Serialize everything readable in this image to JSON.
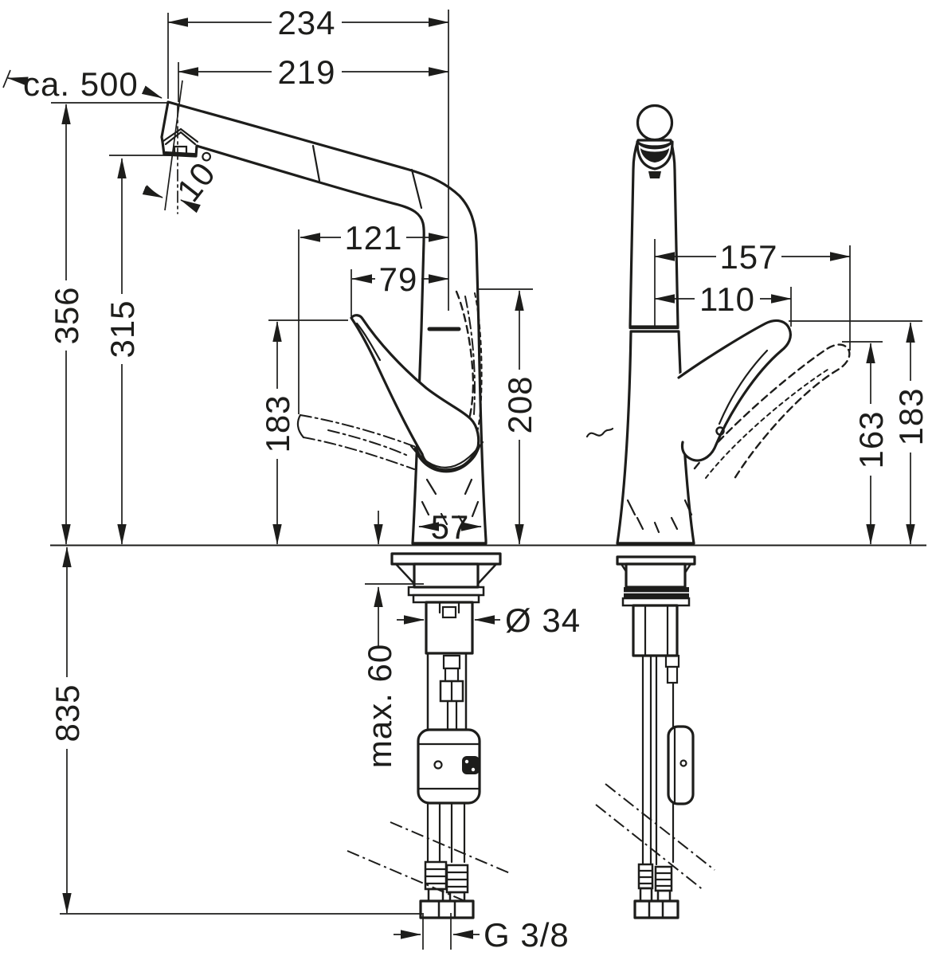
{
  "drawing": {
    "type": "faucet installation dimension drawing",
    "colors": {
      "ink": "#1d1d1b",
      "paper": "#ffffff"
    },
    "dims": {
      "overall_projection": "234",
      "spout_reach": "219",
      "hose_extension": "ca. 500",
      "spout_angle": "10°",
      "height_spout_top": "356",
      "height_aerator": "315",
      "handle_forward_reach": "121",
      "handle_rest_reach": "79",
      "handle_height_side": "183",
      "spout_body_height": "208",
      "base_width": "57",
      "handle_reach_front": "157",
      "handle_rest_reach_front": "110",
      "handle_lower_height": "163",
      "handle_upper_height": "183",
      "max_counter_thickness": "max. 60",
      "tap_hole_diameter": "Ø 34",
      "hose_below_counter": "835",
      "connection_thread": "G 3/8"
    }
  }
}
